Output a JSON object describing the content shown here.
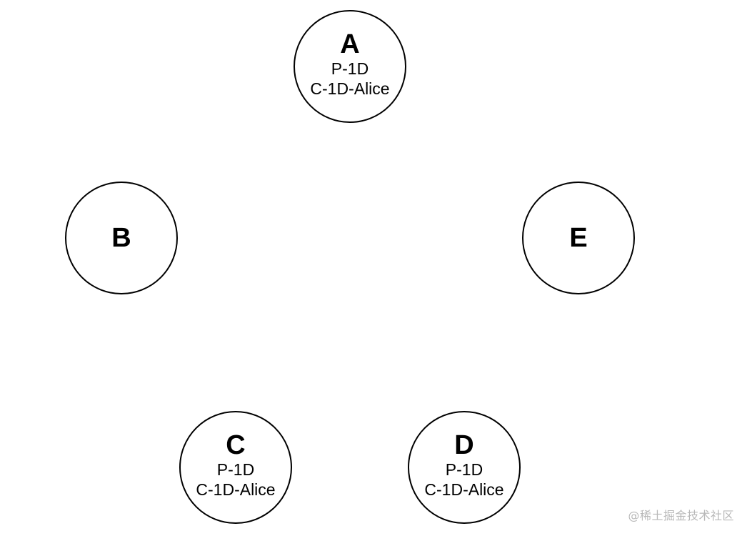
{
  "nodes": {
    "a": {
      "title": "A",
      "line1": "P-1D",
      "line2": "C-1D-Alice"
    },
    "b": {
      "title": "B"
    },
    "e": {
      "title": "E"
    },
    "c": {
      "title": "C",
      "line1": "P-1D",
      "line2": "C-1D-Alice"
    },
    "d": {
      "title": "D",
      "line1": "P-1D",
      "line2": "C-1D-Alice"
    }
  },
  "watermark": "@稀土掘金技术社区"
}
